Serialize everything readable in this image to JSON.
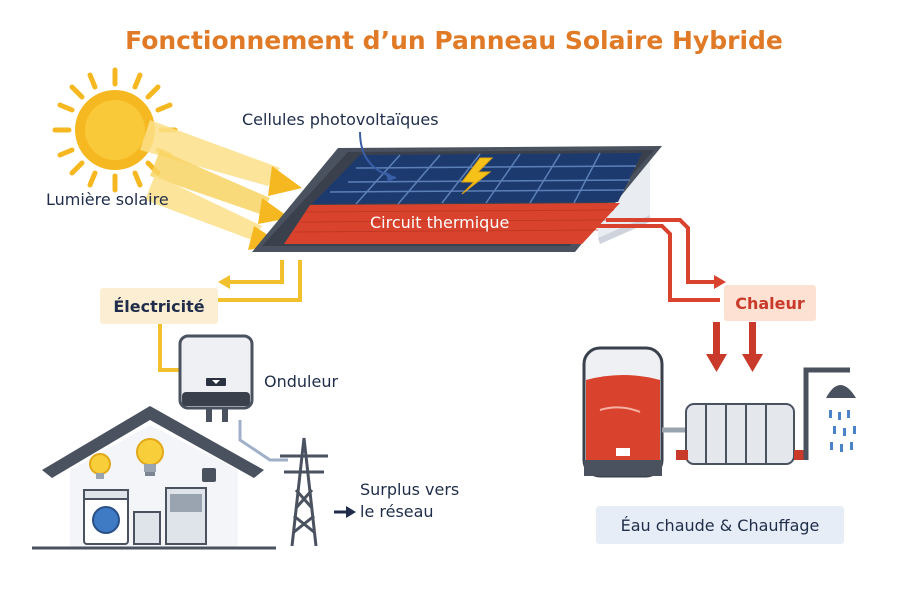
{
  "title": "Fonctionnement d’un Panneau Solaire Hybride",
  "labels": {
    "sunlight": "Lumière solaire",
    "pv_cells": "Cellules photovoltaïques",
    "thermal_circuit": "Circuit thermique",
    "electricity": "Électricité",
    "inverter": "Onduleur",
    "surplus_line1": "Surplus vers",
    "surplus_line2": "le réseau",
    "heat": "Chaleur",
    "hot_water": "Éau chaude & Chauffage"
  },
  "colors": {
    "title": "#e07a26",
    "sun": "#f6b820",
    "panel_dark": "#1d3a6e",
    "thermal_red": "#d9432d",
    "electric_yellow": "#f2c02c",
    "heat_red": "#c93a2a",
    "text_navy": "#1f2d4a",
    "frame_gray": "#4a5260"
  },
  "icons": [
    "sun-icon",
    "lightning-icon",
    "house-icon",
    "lightbulb-icon",
    "washing-machine-icon",
    "inverter-icon",
    "power-pylon-icon",
    "water-tank-icon",
    "radiator-icon",
    "shower-icon"
  ]
}
